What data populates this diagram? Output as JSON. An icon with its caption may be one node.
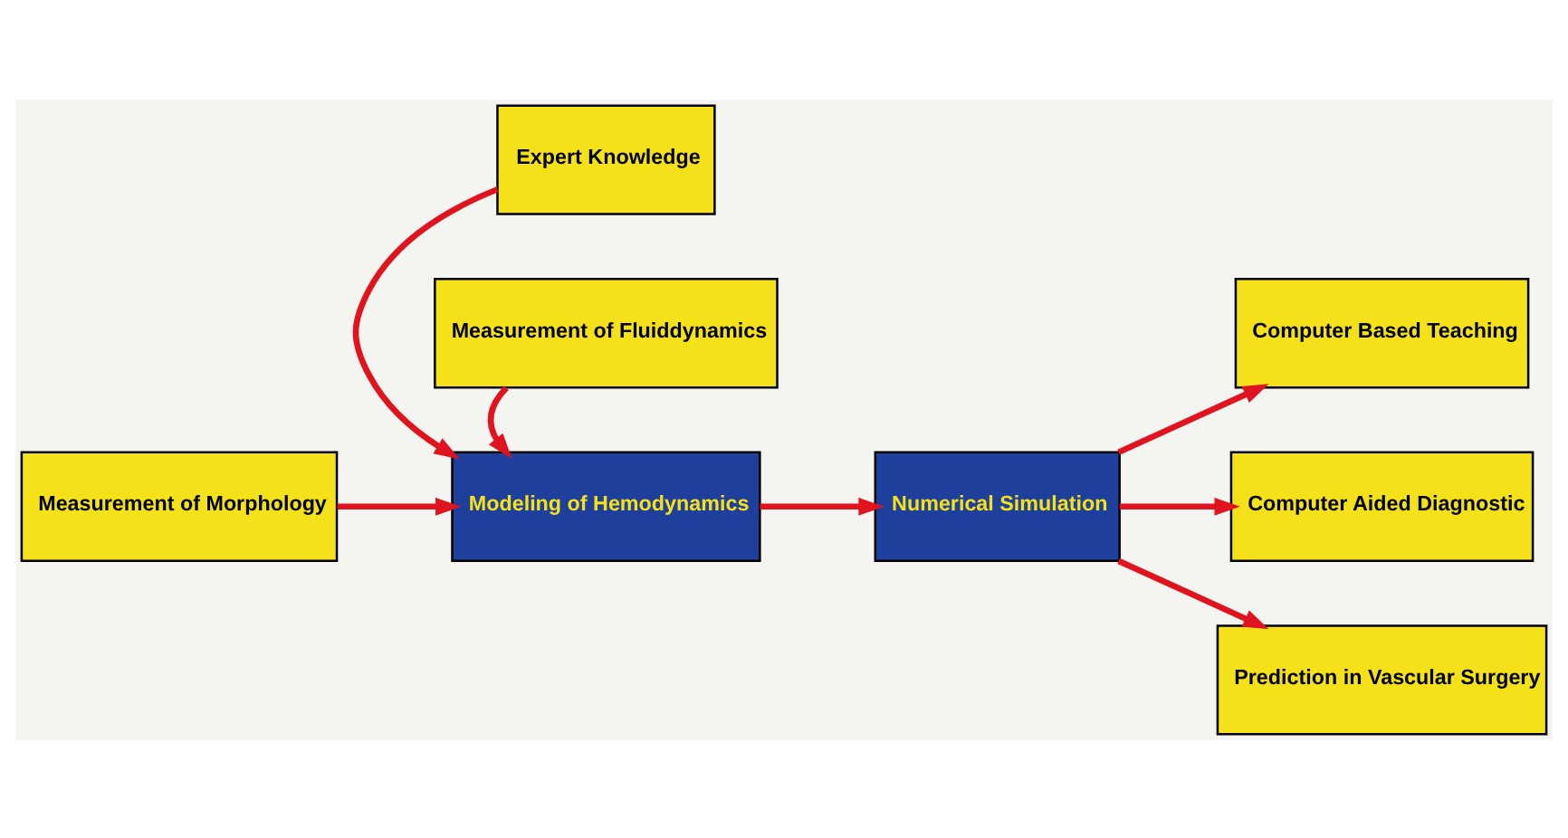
{
  "diagram": {
    "nodes": [
      {
        "text": [
          "Expert Knowledge"
        ]
      },
      {
        "text": [
          "Measurement of Morphology"
        ]
      },
      {
        "text": [
          "Modeling of Hemodynamics"
        ]
      },
      {
        "text": [
          "Numerical Simulation"
        ]
      },
      {
        "text": [
          "Measurement of Fluiddynamics"
        ]
      },
      {
        "text": [
          "Computer Based Teaching"
        ]
      },
      {
        "text": [
          "Computer Aided Diagnostic"
        ]
      },
      {
        "text": [
          "Prediction in Vascular Surgery"
        ]
      }
    ],
    "edges": [
      {
        "from": 0,
        "to": 2,
        "arrow": "to"
      },
      {
        "from": 1,
        "to": 2,
        "arrow": "to"
      },
      {
        "from": 4,
        "to": 2,
        "arrow": "to"
      },
      {
        "from": 2,
        "to": 3,
        "arrow": "to"
      },
      {
        "from": 3,
        "to": 5,
        "arrow": "to"
      },
      {
        "from": 3,
        "to": 6,
        "arrow": "to"
      },
      {
        "from": 3,
        "to": 7,
        "arrow": "to"
      }
    ]
  }
}
